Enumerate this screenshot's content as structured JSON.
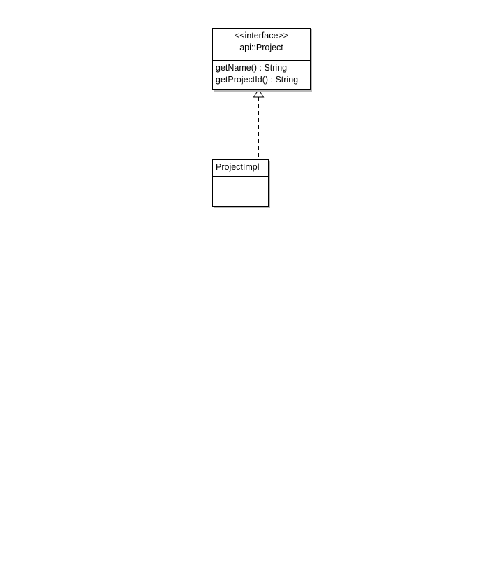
{
  "diagram": {
    "interface": {
      "stereotype": "<<interface>>",
      "name": "api::Project",
      "operations": [
        "getName() : String",
        "getProjectId() : String"
      ]
    },
    "implementation": {
      "name": "ProjectImpl",
      "attributes": [],
      "operations": []
    },
    "relationship": {
      "type": "realization",
      "from": "ProjectImpl",
      "to": "api::Project"
    }
  },
  "colors": {
    "border": "#000000",
    "shadow": "#b8b8b8",
    "background": "#ffffff"
  }
}
